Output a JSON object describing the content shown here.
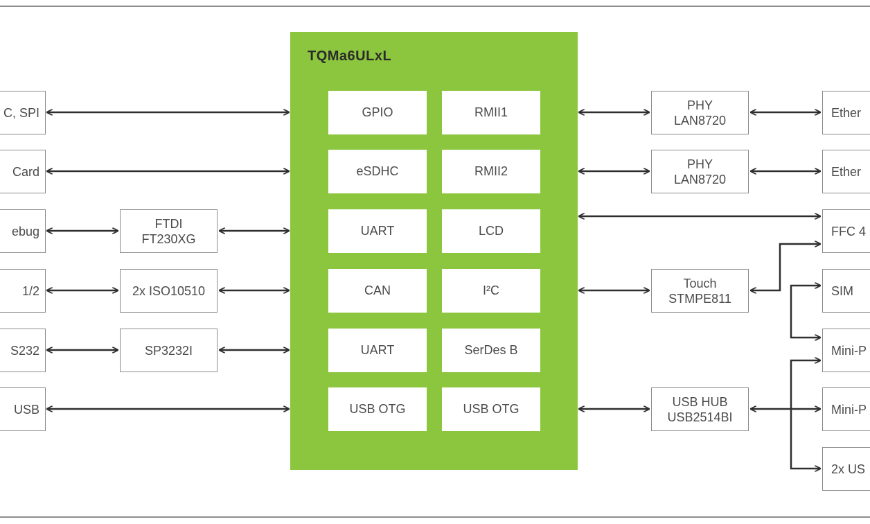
{
  "module": {
    "title": "TQMa6ULxL"
  },
  "interfaces": [
    {
      "id": "gpio",
      "label": "GPIO"
    },
    {
      "id": "rmii1",
      "label": "RMII1"
    },
    {
      "id": "esdhc",
      "label": "eSDHC"
    },
    {
      "id": "rmii2",
      "label": "RMII2"
    },
    {
      "id": "uart1",
      "label": "UART"
    },
    {
      "id": "lcd",
      "label": "LCD"
    },
    {
      "id": "can",
      "label": "CAN"
    },
    {
      "id": "i2c",
      "label": "I²C"
    },
    {
      "id": "uart2",
      "label": "UART"
    },
    {
      "id": "serdes",
      "label": "SerDes B"
    },
    {
      "id": "usbotg1",
      "label": "USB OTG"
    },
    {
      "id": "usbotg2",
      "label": "USB OTG"
    }
  ],
  "left_edge": {
    "spi": "C, SPI",
    "card": "Card",
    "debug": "ebug",
    "can": "1/2",
    "rs232": "S232",
    "usb": "USB"
  },
  "left_mid": {
    "ftdi_line1": "FTDI",
    "ftdi_line2": "FT230XG",
    "iso": "2x ISO10510",
    "sp": "SP3232I"
  },
  "right_mid": {
    "phy1_line1": "PHY",
    "phy1_line2": "LAN8720",
    "phy2_line1": "PHY",
    "phy2_line2": "LAN8720",
    "touch_line1": "Touch",
    "touch_line2": "STMPE811",
    "hub_line1": "USB HUB",
    "hub_line2": "USB2514BI"
  },
  "right_edge": {
    "eth1": "Ether",
    "eth2": "Ether",
    "ffc": "FFC 4",
    "sim": "SIM",
    "minipcie1": "Mini-P",
    "minipcie2": "Mini-P",
    "usb2x": "2x US"
  },
  "colors": {
    "module": "#8cc63f",
    "wire": "#2e2e2e",
    "box_border": "#8a8a8a",
    "text": "#4a4a4a"
  }
}
